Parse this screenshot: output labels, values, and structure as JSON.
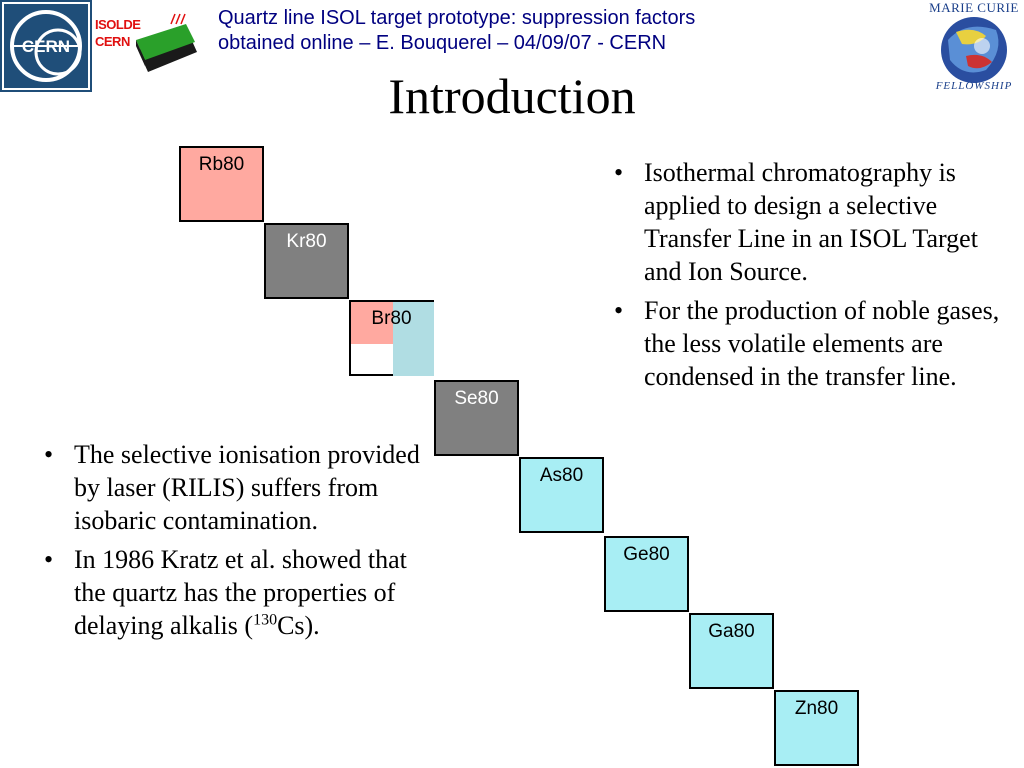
{
  "header": {
    "line1": "Quartz line ISOL target prototype: suppression factors",
    "line2": "obtained online – E. Bouquerel – 04/09/07 - CERN"
  },
  "title": "Introduction",
  "logos": {
    "cern": "CERN",
    "isolde_line1": "ISOLDE",
    "isolde_line2": "CERN",
    "marie_curie_top": "MARIE CURIE",
    "marie_curie_bottom": "FELLOWSHIP"
  },
  "diagram": {
    "cells": [
      {
        "label": "Rb80",
        "style": "pink"
      },
      {
        "label": "Kr80",
        "style": "gray"
      },
      {
        "label": "Br80",
        "style": "split"
      },
      {
        "label": "Se80",
        "style": "gray"
      },
      {
        "label": "As80",
        "style": "cyan"
      },
      {
        "label": "Ge80",
        "style": "cyan"
      },
      {
        "label": "Ga80",
        "style": "cyan"
      },
      {
        "label": "Zn80",
        "style": "cyan"
      }
    ]
  },
  "right_bullets": [
    "Isothermal chromatography is applied to design a selective Transfer Line in an ISOL Target and Ion Source.",
    "For the production of noble gases, the less volatile elements are condensed in the transfer line."
  ],
  "left_bullets": {
    "item1": "The selective ionisation provided by laser (RILIS) suffers from isobaric contamination.",
    "item2_before": "In 1986 Kratz et al. showed that the quartz has the properties of delaying alkalis (",
    "item2_sup": "130",
    "item2_after": "Cs)."
  },
  "colors": {
    "header_text": "#000080",
    "pink": "#ffa9a0",
    "gray": "#808080",
    "cyan": "#a8eef4",
    "light_blue": "#b0dde3",
    "cern_blue": "#1f4e79"
  }
}
